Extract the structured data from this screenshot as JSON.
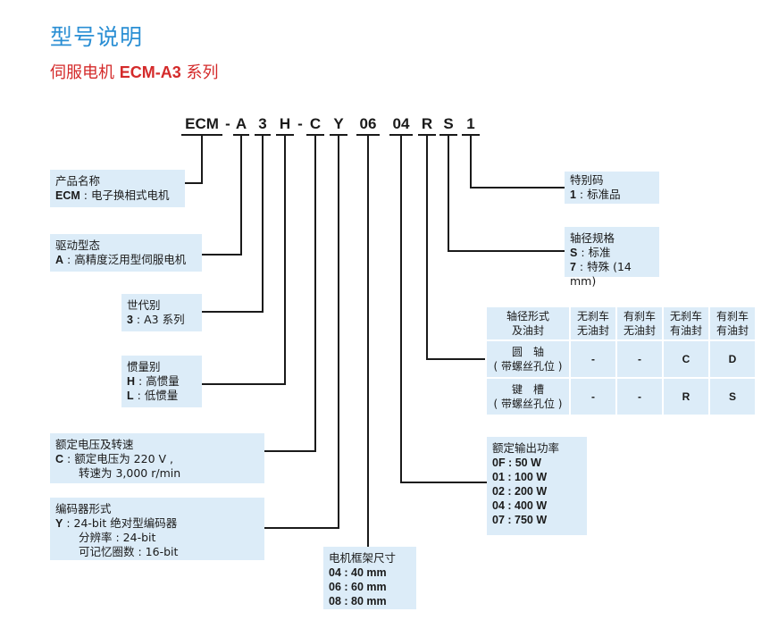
{
  "title": "型号说明",
  "subtitle_prefix": "伺服电机 ",
  "subtitle_model": "ECM-A3",
  "subtitle_suffix": " 系列",
  "code": [
    "ECM",
    "-",
    "A",
    "3",
    "H",
    "-",
    "C",
    "Y",
    "06",
    "04",
    "R",
    "S",
    "1"
  ],
  "product_name": {
    "heading": "产品名称",
    "key": "ECM",
    "text": " : 电子换相式电机"
  },
  "drive_type": {
    "heading": "驱动型态",
    "key": "A",
    "text": " : 高精度泛用型伺服电机"
  },
  "generation": {
    "heading": "世代别",
    "key": "3",
    "text": " : A3 系列"
  },
  "inertia": {
    "heading": "惯量别",
    "row1_key": "H",
    "row1_text": " : 高惯量",
    "row2_key": "L",
    "row2_text": " : 低惯量"
  },
  "voltage": {
    "heading": "额定电压及转速",
    "key": "C",
    "line1": " : 额定电压为 220 V ,",
    "line2": "转速为 3,000 r/min"
  },
  "encoder": {
    "heading": "编码器形式",
    "key": "Y",
    "line1": " : 24-bit 绝对型编码器",
    "line2": "分辨率 : 24-bit",
    "line3": "可记忆圈数 : 16-bit"
  },
  "frame": {
    "heading": "电机框架尺寸",
    "rows": [
      "04 : 40 mm",
      "06 : 60 mm",
      "08 : 80 mm"
    ]
  },
  "power": {
    "heading": "额定输出功率",
    "rows": [
      "0F : 50 W",
      "01 : 100 W",
      "02 : 200 W",
      "04 : 400 W",
      "07 : 750 W"
    ]
  },
  "special": {
    "heading": "特别码",
    "key": "1",
    "text": " : 标准品"
  },
  "shaft_spec": {
    "heading": "轴径规格",
    "row1_key": "S",
    "row1_text": " : 标准",
    "row2_key": "7",
    "row2_text": " : 特殊 (14 mm)"
  },
  "shaft_table": {
    "corner": [
      "轴径形式",
      "及油封"
    ],
    "headers": [
      [
        "无刹车",
        "无油封"
      ],
      [
        "有刹车",
        "无油封"
      ],
      [
        "无刹车",
        "有油封"
      ],
      [
        "有刹车",
        "有油封"
      ]
    ],
    "rows": [
      {
        "label": [
          "圆　轴",
          "( 带螺丝孔位 )"
        ],
        "values": [
          "-",
          "-",
          "C",
          "D"
        ]
      },
      {
        "label": [
          "键　槽",
          "( 带螺丝孔位 )"
        ],
        "values": [
          "-",
          "-",
          "R",
          "S"
        ]
      }
    ]
  }
}
